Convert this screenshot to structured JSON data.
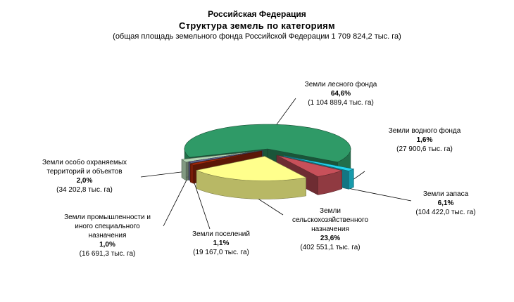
{
  "chart_data": {
    "type": "pie",
    "title": "Российская Федерация",
    "subtitle": "Структура земель  по категориям",
    "note": "(общая площадь земельного фонда Российской Федерации 1 709 824,2 тыс. га)",
    "slices": [
      {
        "name": "Земли лесного фонда",
        "pct_label": "64,6%",
        "value_label": "(1 104 889,4 тыс. га)",
        "value": 64.6,
        "color": "#2f9a67"
      },
      {
        "name": "Земли водного фонда",
        "pct_label": "1,6%",
        "value_label": "(27 900,6 тыс. га)",
        "value": 1.6,
        "color": "#22d6ee"
      },
      {
        "name": "Земли запаса",
        "pct_label": "6,1%",
        "value_label": "(104 422,0 тыс. га)",
        "value": 6.1,
        "color": "#c8505a"
      },
      {
        "name": "Земли сельскохозяйственного назначения",
        "pct_label": "23,6%",
        "value_label": "(402 551,1 тыс. га)",
        "value": 23.6,
        "color": "#ffff8c"
      },
      {
        "name": "Земли поселений",
        "pct_label": "1,1%",
        "value_label": "(19 167,0 тыс. га)",
        "value": 1.1,
        "color": "#a82a0c"
      },
      {
        "name": "Земли промышленности и иного специального назначения",
        "pct_label": "1,0%",
        "value_label": "(16 691,3 тыс. га)",
        "value": 1.0,
        "color": "#6a6e9c"
      },
      {
        "name": "Земли особо охраняемых территорий и объектов",
        "pct_label": "2,0%",
        "value_label": "(34 202,8 тыс. га)",
        "value": 2.0,
        "color": "#b4d6b4"
      }
    ],
    "label_lines": {
      "s0": [
        "Земли лесного фонда"
      ],
      "s1": [
        "Земли водного фонда"
      ],
      "s2": [
        "Земли запаса"
      ],
      "s3": [
        "Земли",
        "сельскохозяйственного",
        "назначения"
      ],
      "s4": [
        "Земли поселений"
      ],
      "s5": [
        "Земли промышленности и",
        "иного специального",
        "назначения"
      ],
      "s6": [
        "Земли особо охраняемых",
        "территорий и объектов"
      ]
    }
  }
}
